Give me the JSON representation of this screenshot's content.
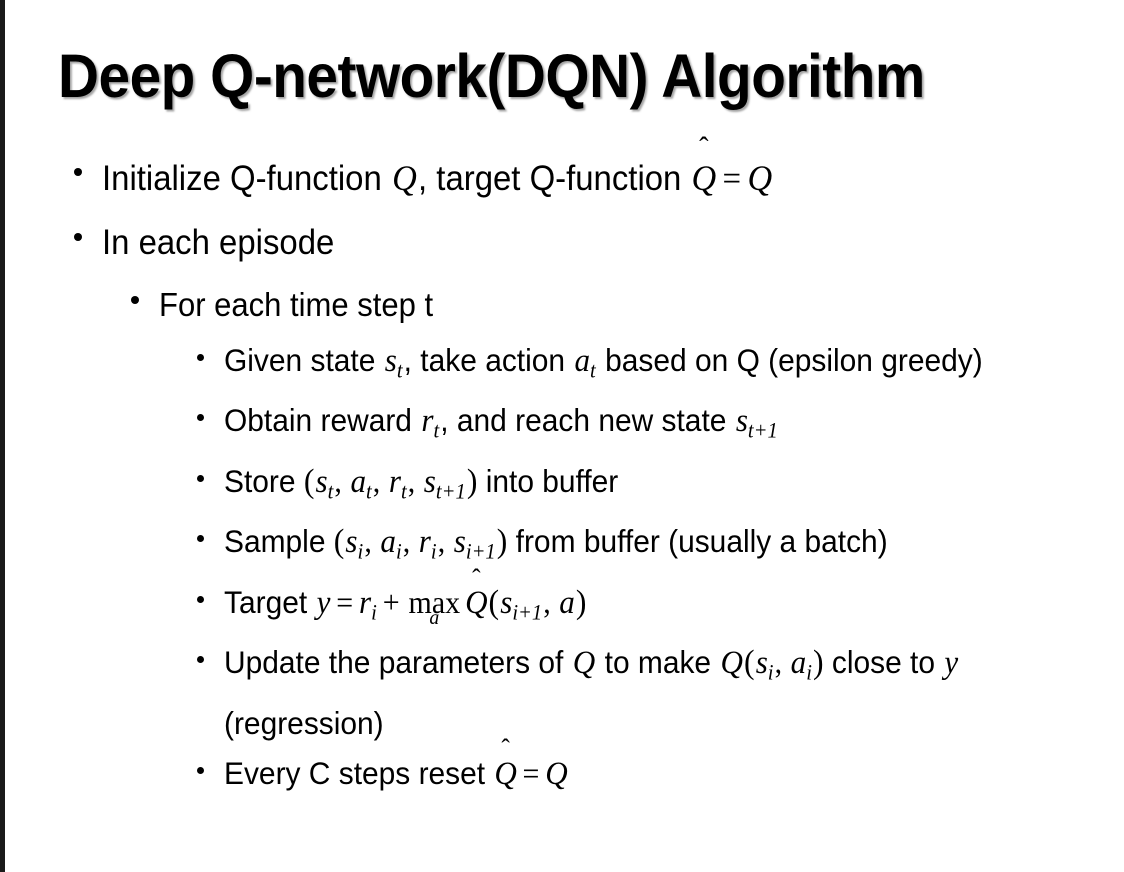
{
  "slide": {
    "title": "Deep Q-network(DQN) Algorithm",
    "background_color": "#ffffff",
    "text_color": "#000000",
    "border_color": "#1a1a1a"
  },
  "bullets": {
    "initialize": {
      "pre": "Initialize Q-function ",
      "q1": "Q",
      "mid": ", target Q-function ",
      "qhat": "Q",
      "hat": "̂",
      "eq": "=",
      "q2": "Q"
    },
    "in_each_episode": "In each episode",
    "for_each_time_step": "For each time step t",
    "given_state": {
      "pre": "Given state ",
      "s": "s",
      "s_sub": "t",
      "mid": ", take action ",
      "a": "a",
      "a_sub": "t",
      "post": " based on Q (epsilon greedy)"
    },
    "obtain_reward": {
      "pre": "Obtain reward ",
      "r": "r",
      "r_sub": "t",
      "mid": ", and reach new state ",
      "s": "s",
      "s_sub": "t+1"
    },
    "store": {
      "pre": "Store ",
      "open": "(",
      "s": "s",
      "s_sub": "t",
      "c1": ", ",
      "a": "a",
      "a_sub": "t",
      "c2": ", ",
      "r": "r",
      "r_sub": "t",
      "c3": ", ",
      "s2": "s",
      "s2_sub": "t+1",
      "close": ")",
      "post": " into buffer"
    },
    "sample": {
      "pre": "Sample ",
      "open": "(",
      "s": "s",
      "s_sub": "i",
      "c1": ", ",
      "a": "a",
      "a_sub": "i",
      "c2": ", ",
      "r": "r",
      "r_sub": "i",
      "c3": ", ",
      "s2": "s",
      "s2_sub": "i+1",
      "close": ")",
      "post": " from buffer (usually a batch)"
    },
    "target": {
      "pre": "Target ",
      "y": "y",
      "eq": "=",
      "r": "r",
      "r_sub": "i",
      "plus": "+",
      "max": "max",
      "max_sub": "a",
      "qhat": "Q",
      "hat": "̂",
      "open": "(",
      "s": "s",
      "s_sub": "i+1",
      "comma": ", ",
      "a": "a",
      "close": ")"
    },
    "update": {
      "pre": "Update the parameters of ",
      "q1": "Q",
      "mid": " to make ",
      "q2": "Q",
      "open": "(",
      "s": "s",
      "s_sub": "i",
      "comma": ", ",
      "a": "a",
      "a_sub": "i",
      "close": ")",
      "post": " close to ",
      "y": "y",
      "tail": " (regression)"
    },
    "every_c_steps": {
      "pre": "Every C steps reset ",
      "qhat": "Q",
      "hat": "̂",
      "eq": "=",
      "q": "Q"
    }
  }
}
